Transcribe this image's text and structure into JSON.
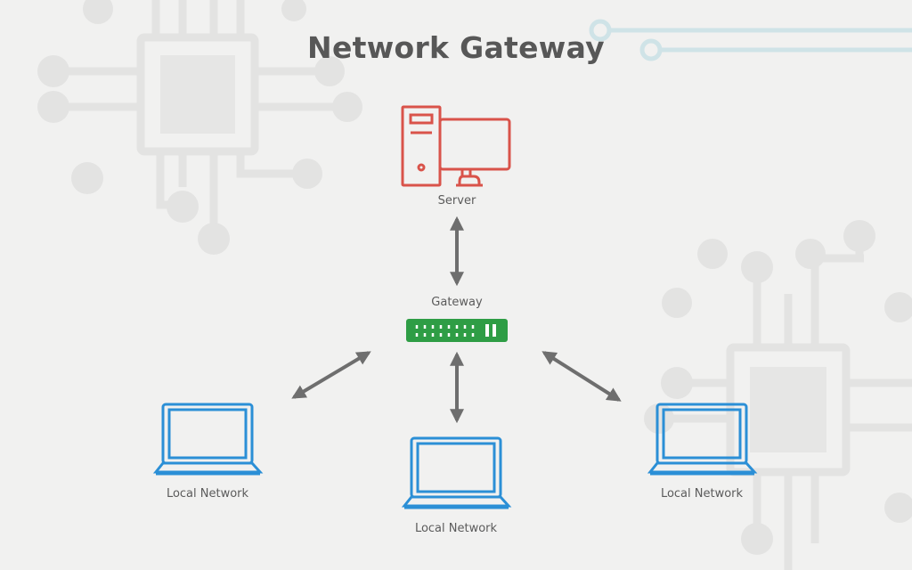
{
  "diagram": {
    "title": "Network Gateway",
    "colors": {
      "background": "#f1f1f0",
      "server": "#d9534a",
      "gateway": "#2e9d45",
      "laptop": "#2b8fd6",
      "arrow": "#6e6e6e",
      "circuit": "#e3e3e2",
      "accent_lines": "#cfe3e7"
    },
    "nodes": {
      "server": {
        "label": "Server",
        "icon": "server-computer-icon"
      },
      "gateway": {
        "label": "Gateway",
        "icon": "network-switch-icon"
      },
      "local_networks": [
        {
          "label": "Local Network",
          "icon": "laptop-icon"
        },
        {
          "label": "Local Network",
          "icon": "laptop-icon"
        },
        {
          "label": "Local Network",
          "icon": "laptop-icon"
        }
      ]
    },
    "connections": [
      {
        "from": "server",
        "to": "gateway",
        "direction": "bidirectional"
      },
      {
        "from": "gateway",
        "to": "local_network_left",
        "direction": "bidirectional"
      },
      {
        "from": "gateway",
        "to": "local_network_center",
        "direction": "bidirectional"
      },
      {
        "from": "gateway",
        "to": "local_network_right",
        "direction": "bidirectional"
      }
    ]
  }
}
